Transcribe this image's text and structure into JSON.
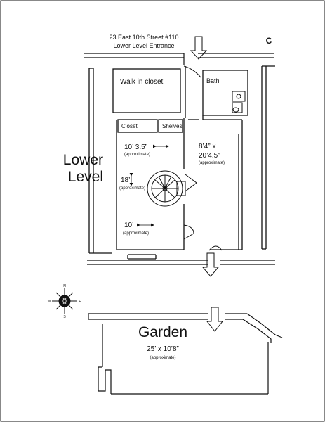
{
  "header": {
    "address": "23 East 10th Street #110",
    "entrance": "Lower Level Entrance",
    "corner_letter": "C"
  },
  "section_label": {
    "line1": "Lower",
    "line2": "Level"
  },
  "rooms": {
    "walk_in_closet": "Walk in closet",
    "bath": "Bath",
    "closet": "Closet",
    "shelves": "Shelves",
    "garden": "Garden"
  },
  "dimensions": {
    "main_room_width": "10’ 3.5”",
    "main_room_width_note": "(approximate)",
    "right_room": "8’4” x",
    "right_room_2": "20’4.5”",
    "right_room_note": "(approximate)",
    "height": "18’",
    "height_note": "(approximate)",
    "lower_width": "10’",
    "lower_width_note": "(approximate)",
    "garden": "25’ x 10’8”",
    "garden_note": "(approximate)"
  },
  "compass": {
    "n": "N",
    "e": "E",
    "s": "S",
    "w": "W"
  },
  "colors": {
    "ink": "#111111",
    "background": "#ffffff"
  }
}
